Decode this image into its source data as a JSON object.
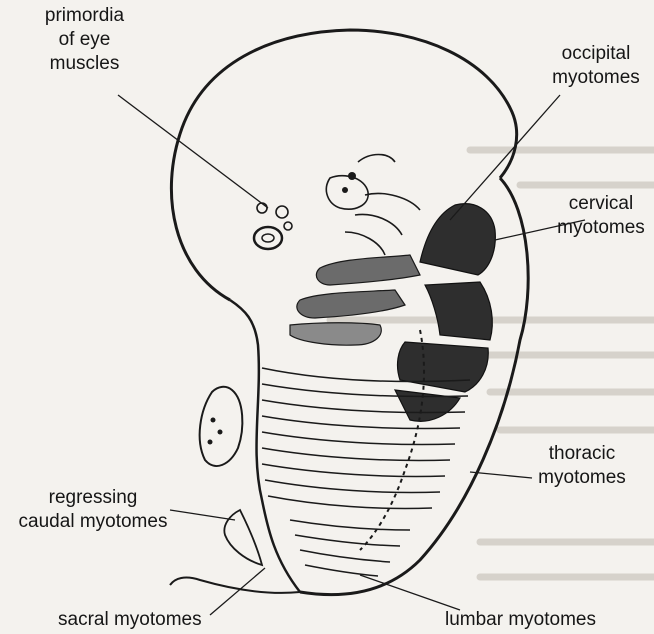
{
  "labels": {
    "primordia": "primordia\nof eye\nmuscles",
    "occipital": "occipital\nmyotomes",
    "cervical": "cervical\nmyotomes",
    "thoracic": "thoracic\nmyotomes",
    "regressing": "regressing\ncaudal myotomes",
    "sacral": "sacral myotomes",
    "lumbar": "lumbar myotomes"
  },
  "colors": {
    "ink": "#1a1a1a",
    "background": "#f4f2ee",
    "cervical_fill": "#2e2e2e",
    "occipital_fill": "#5a5a5a"
  }
}
